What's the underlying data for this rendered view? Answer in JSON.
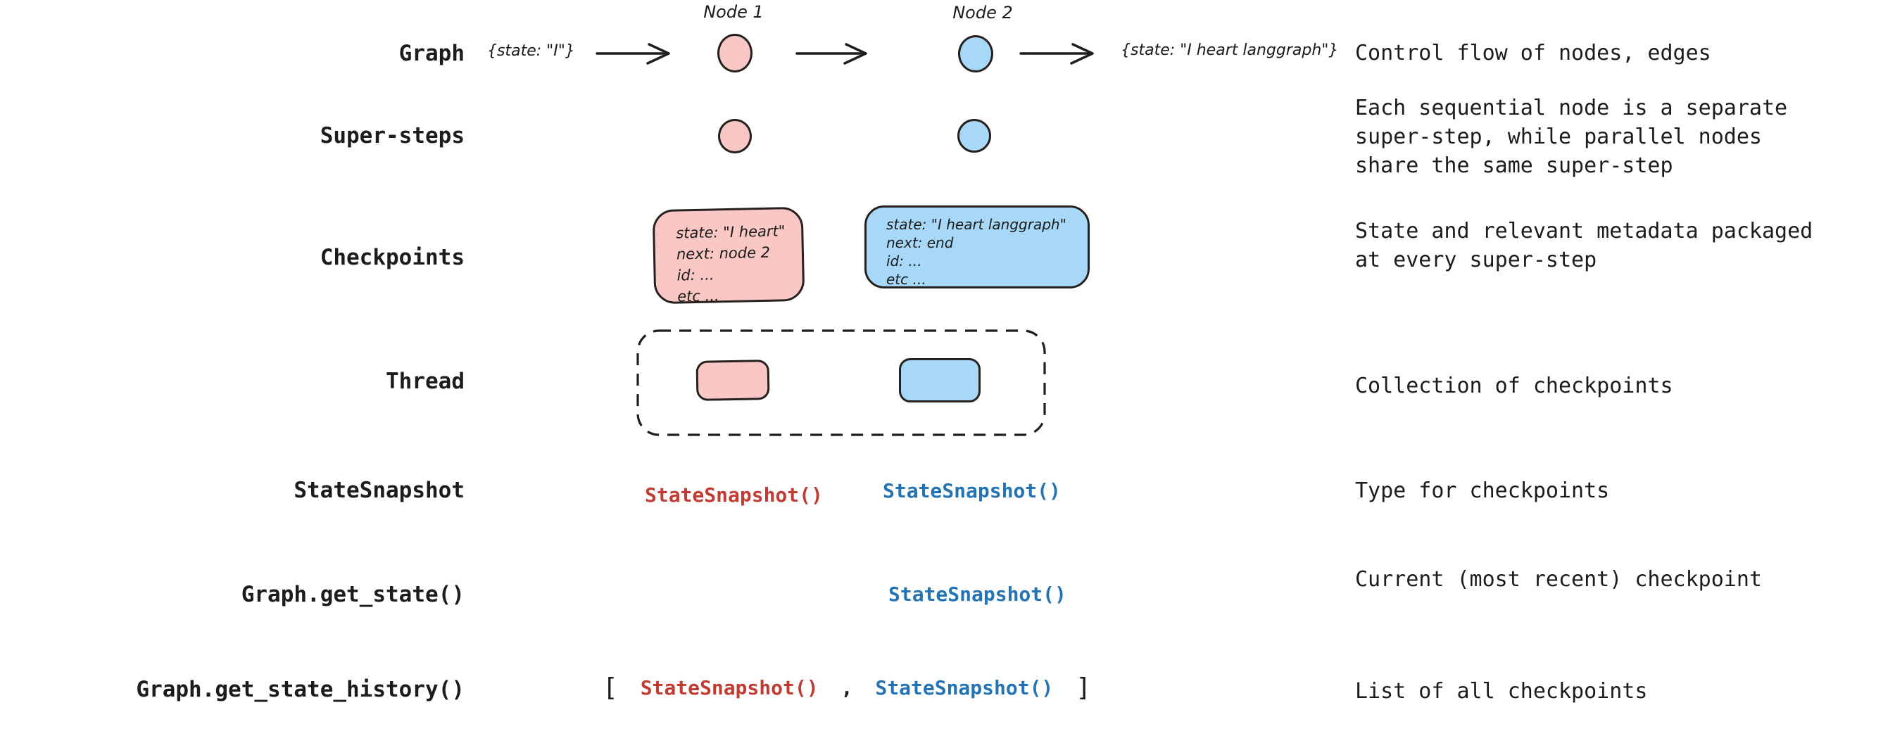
{
  "colors": {
    "ink": "#1e1e1e",
    "pink_fill": "#f9c8c5",
    "blue_fill": "#a8d8f8",
    "red_code": "#c23b33",
    "blue_code": "#2474b5"
  },
  "rows": [
    {
      "label": "Graph",
      "description": "Control flow of nodes, edges"
    },
    {
      "label": "Super-steps",
      "description": "Each sequential node is a separate\nsuper-step, while parallel nodes\nshare the same super-step"
    },
    {
      "label": "Checkpoints",
      "description": "State and relevant metadata packaged\nat every super-step"
    },
    {
      "label": "Thread",
      "description": "Collection of checkpoints"
    },
    {
      "label": "StateSnapshot",
      "description": "Type for checkpoints"
    },
    {
      "label": "Graph.get_state()",
      "description": "Current (most recent) checkpoint"
    },
    {
      "label": "Graph.get_state_history()",
      "description": "List of all checkpoints"
    }
  ],
  "graph_row": {
    "node1_label": "Node 1",
    "node2_label": "Node 2",
    "input_state": "{state: \"I\"}",
    "output_state": "{state: \"I heart langgraph\"}"
  },
  "checkpoints": {
    "node1_card": "state: \"I heart\"\nnext: node 2\nid: ...\netc ...",
    "node2_card": "state: \"I heart langgraph\"\nnext: end\nid: ...\netc ..."
  },
  "snapshots": {
    "code": "StateSnapshot()",
    "bracket_open": "[",
    "comma": ",",
    "bracket_close": "]"
  }
}
